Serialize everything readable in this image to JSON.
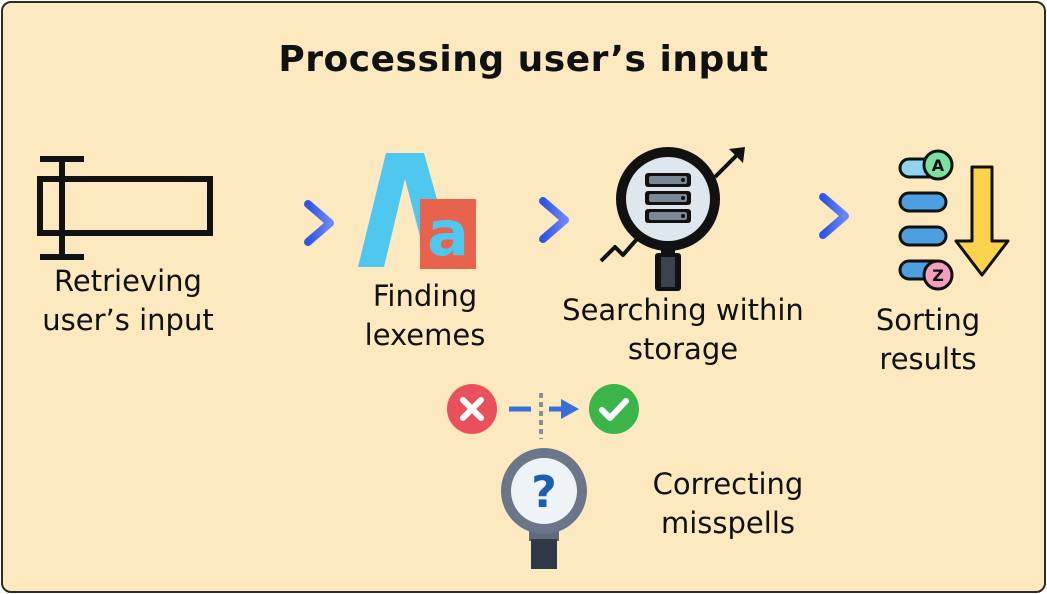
{
  "title": "Processing user’s input",
  "steps": [
    {
      "lines": [
        "Retrieving",
        "user’s input"
      ],
      "icon": "text-cursor-icon"
    },
    {
      "lines": [
        "Finding",
        "lexemes"
      ],
      "icon": "font-letters-icon"
    },
    {
      "lines": [
        "Searching within",
        "storage"
      ],
      "icon": "magnifier-database-icon"
    },
    {
      "lines": [
        "Sorting",
        "results"
      ],
      "icon": "sort-a-z-icon"
    }
  ],
  "correction": {
    "lines": [
      "Correcting",
      "misspells"
    ],
    "icons": [
      "wrong-icon",
      "right-icon",
      "question-magnifier-icon"
    ]
  },
  "icon_letters": {
    "big_a": "A",
    "small_a": "a",
    "sort_top": "A",
    "sort_bottom": "Z",
    "question": "?"
  },
  "colors": {
    "background": "#fce9bf",
    "arrow": "#3d62e8",
    "wrong": "#e8505b",
    "right": "#3bb54a",
    "letter_blue": "#4fc8ef",
    "letter_red": "#e8634e"
  }
}
